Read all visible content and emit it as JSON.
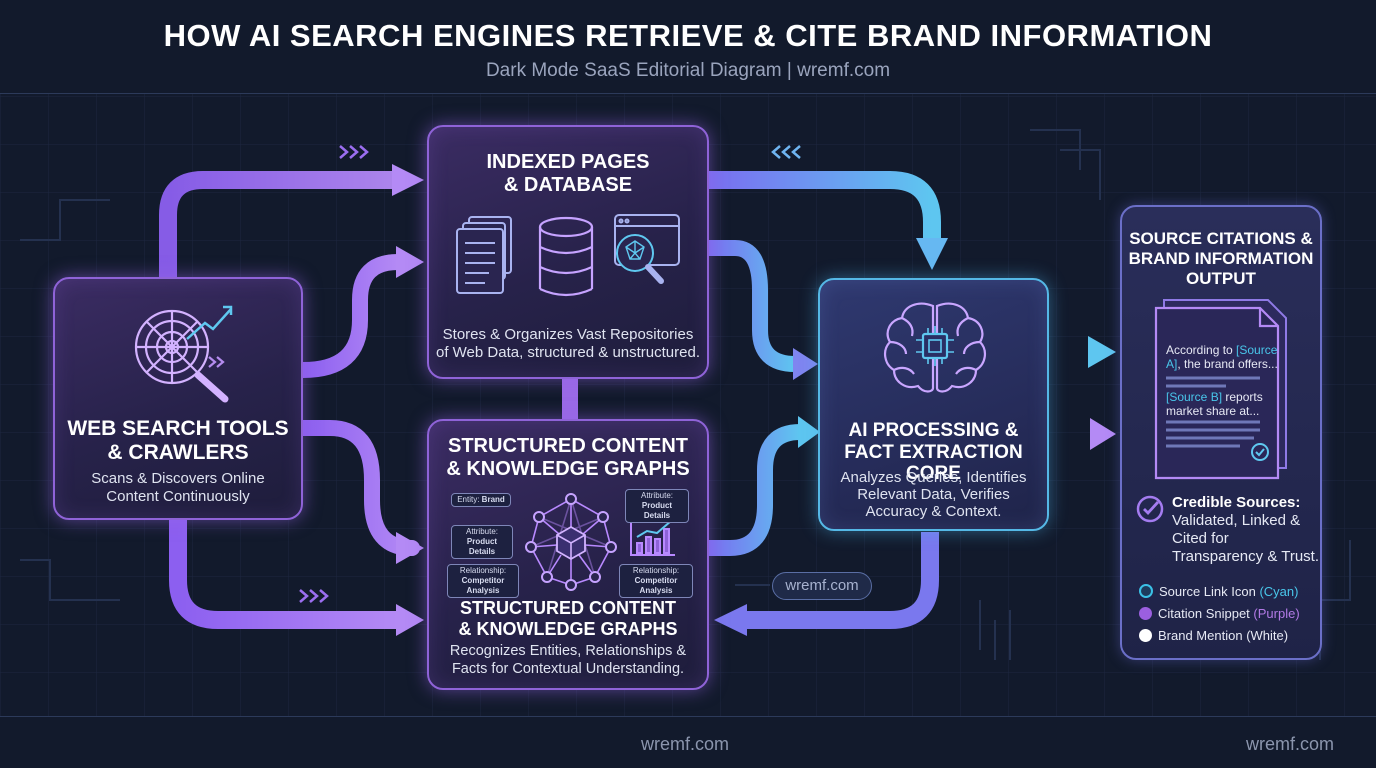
{
  "header": {
    "title": "HOW AI SEARCH ENGINES RETRIEVE & CITE BRAND INFORMATION",
    "subtitle": "Dark Mode SaaS Editorial Diagram | wremf.com"
  },
  "nodes": {
    "crawlers": {
      "title_line1": "WEB SEARCH TOOLS",
      "title_line2": "& CRAWLERS",
      "desc_line1": "Scans & Discovers Online",
      "desc_line2": "Content Continuously",
      "icon": "web-search-spider-icon"
    },
    "indexed": {
      "title_line1": "INDEXED PAGES",
      "title_line2": "& DATABASE",
      "desc_line1": "Stores & Organizes Vast Repositories",
      "desc_line2": "of Web Data, structured & unstructured.",
      "icons": [
        "documents-icon",
        "database-icon",
        "browser-search-icon"
      ]
    },
    "structured": {
      "title_line1": "STRUCTURED CONTENT",
      "title_line2": "& KNOWLEDGE GRAPHS",
      "subtitle_line1": "STRUCTURED CONTENT",
      "subtitle_line2": "& KNOWLEDGE GRAPHS",
      "desc_line1": "Recognizes Entities, Relationships &",
      "desc_line2": "Facts for Contextual Understanding.",
      "tags": [
        {
          "label": "Entity:",
          "value": "Brand"
        },
        {
          "label": "Attribute:",
          "value": "Product Details"
        },
        {
          "label": "Attribute:",
          "value": "Product Details"
        },
        {
          "label": "Relationship:",
          "value": "Competitor Analysis"
        },
        {
          "label": "Relationship:",
          "value": "Competitor Analysis"
        }
      ]
    },
    "ai_core": {
      "title_line1": "AI PROCESSING &",
      "title_line2": "FACT EXTRACTION CORE",
      "desc_line1": "Analyzes Queries, Identifies",
      "desc_line2": "Relevant Data, Verifies",
      "desc_line3": "Accuracy & Context.",
      "icon": "brain-chip-icon"
    },
    "output": {
      "title_line1": "SOURCE CITATIONS &",
      "title_line2": "BRAND INFORMATION",
      "title_line3": "OUTPUT",
      "doc_text_a_1": "According to ",
      "doc_link_a": "[Source",
      "doc_link_a2": "A]",
      "doc_text_a_2": ", the brand offers...",
      "doc_link_b": "[Source B]",
      "doc_text_b_1": " reports",
      "doc_text_b_2": "market share at...",
      "credible_title": "Credible Sources:",
      "credible_desc": "Validated, Linked & Cited for Transparency & Trust.",
      "legend": [
        {
          "text": "Source Link Icon",
          "paren": "(Cyan)",
          "color": "#3bc1e6"
        },
        {
          "text": "Citation Snippet",
          "paren": "(Purple)",
          "color": "#9b5fe0"
        },
        {
          "text": "Brand Mention",
          "paren": "(White)",
          "color": "#ffffff"
        }
      ]
    }
  },
  "watermark_pill": "wremf.com",
  "footer": {
    "left": "wremf.com",
    "right": "wremf.com"
  },
  "colors": {
    "background": "#121a2c",
    "purple_accent": "#9b5fe0",
    "cyan_accent": "#4fc3ec",
    "arrow_purple": "#8a5cf0"
  }
}
